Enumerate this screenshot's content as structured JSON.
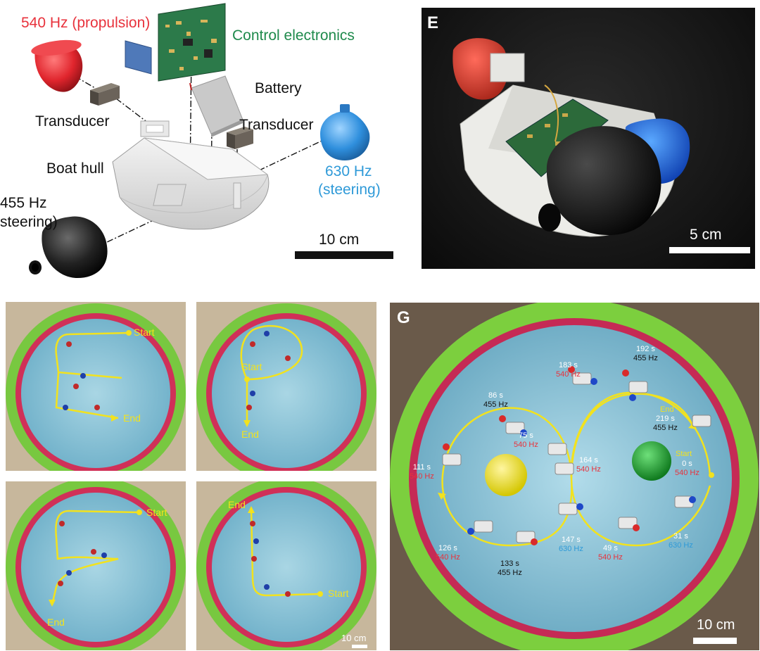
{
  "colors": {
    "red": "#e8323c",
    "green": "#1f8a4c",
    "blue": "#2f9ad8",
    "yellow": "#f2e21e",
    "pool_water": "#8fc4d8",
    "pool_rim": "#7ccf3e",
    "pool_inner_rim": "#d23a5a"
  },
  "panel_d": {
    "freq_540": "540 Hz (propulsion)",
    "control_electronics": "Control electronics",
    "battery": "Battery",
    "transducer_left": "Transducer",
    "transducer_right": "Transducer",
    "boat_hull": "Boat hull",
    "freq_630_line1": "630 Hz",
    "freq_630_line2": "(steering)",
    "freq_455_line1": "455 Hz",
    "freq_455_line2": "steering)",
    "scale_bar": "10 cm"
  },
  "panel_e": {
    "letter": "E",
    "scale_bar": "5 cm"
  },
  "panel_f": {
    "p1": {
      "start": "Start",
      "end": "End"
    },
    "p2": {
      "start": "Start",
      "end": "End"
    },
    "p3": {
      "start": "Start",
      "end": "End"
    },
    "p4": {
      "start": "Start",
      "end": "End"
    },
    "scale_bar": "10 cm"
  },
  "panel_g": {
    "letter": "G",
    "scale_bar": "10 cm",
    "start_label": "Start",
    "end_label": "End",
    "annotations": [
      {
        "time": "0 s",
        "freq": "540 Hz",
        "color": "red"
      },
      {
        "time": "31 s",
        "freq": "630 Hz",
        "color": "blue"
      },
      {
        "time": "49 s",
        "freq": "540 Hz",
        "color": "red"
      },
      {
        "time": "75 s",
        "freq": "540 Hz",
        "color": "red"
      },
      {
        "time": "86 s",
        "freq": "455 Hz",
        "color": "black"
      },
      {
        "time": "111 s",
        "freq": "540 Hz",
        "color": "red"
      },
      {
        "time": "126 s",
        "freq": "540 Hz",
        "color": "red"
      },
      {
        "time": "133 s",
        "freq": "455 Hz",
        "color": "black"
      },
      {
        "time": "147 s",
        "freq": "630 Hz",
        "color": "blue"
      },
      {
        "time": "164 s",
        "freq": "540 Hz",
        "color": "red"
      },
      {
        "time": "183 s",
        "freq": "540 Hz",
        "color": "red"
      },
      {
        "time": "192 s",
        "freq": "455 Hz",
        "color": "black"
      },
      {
        "time": "219 s",
        "freq": "455 Hz",
        "color": "black"
      }
    ]
  }
}
